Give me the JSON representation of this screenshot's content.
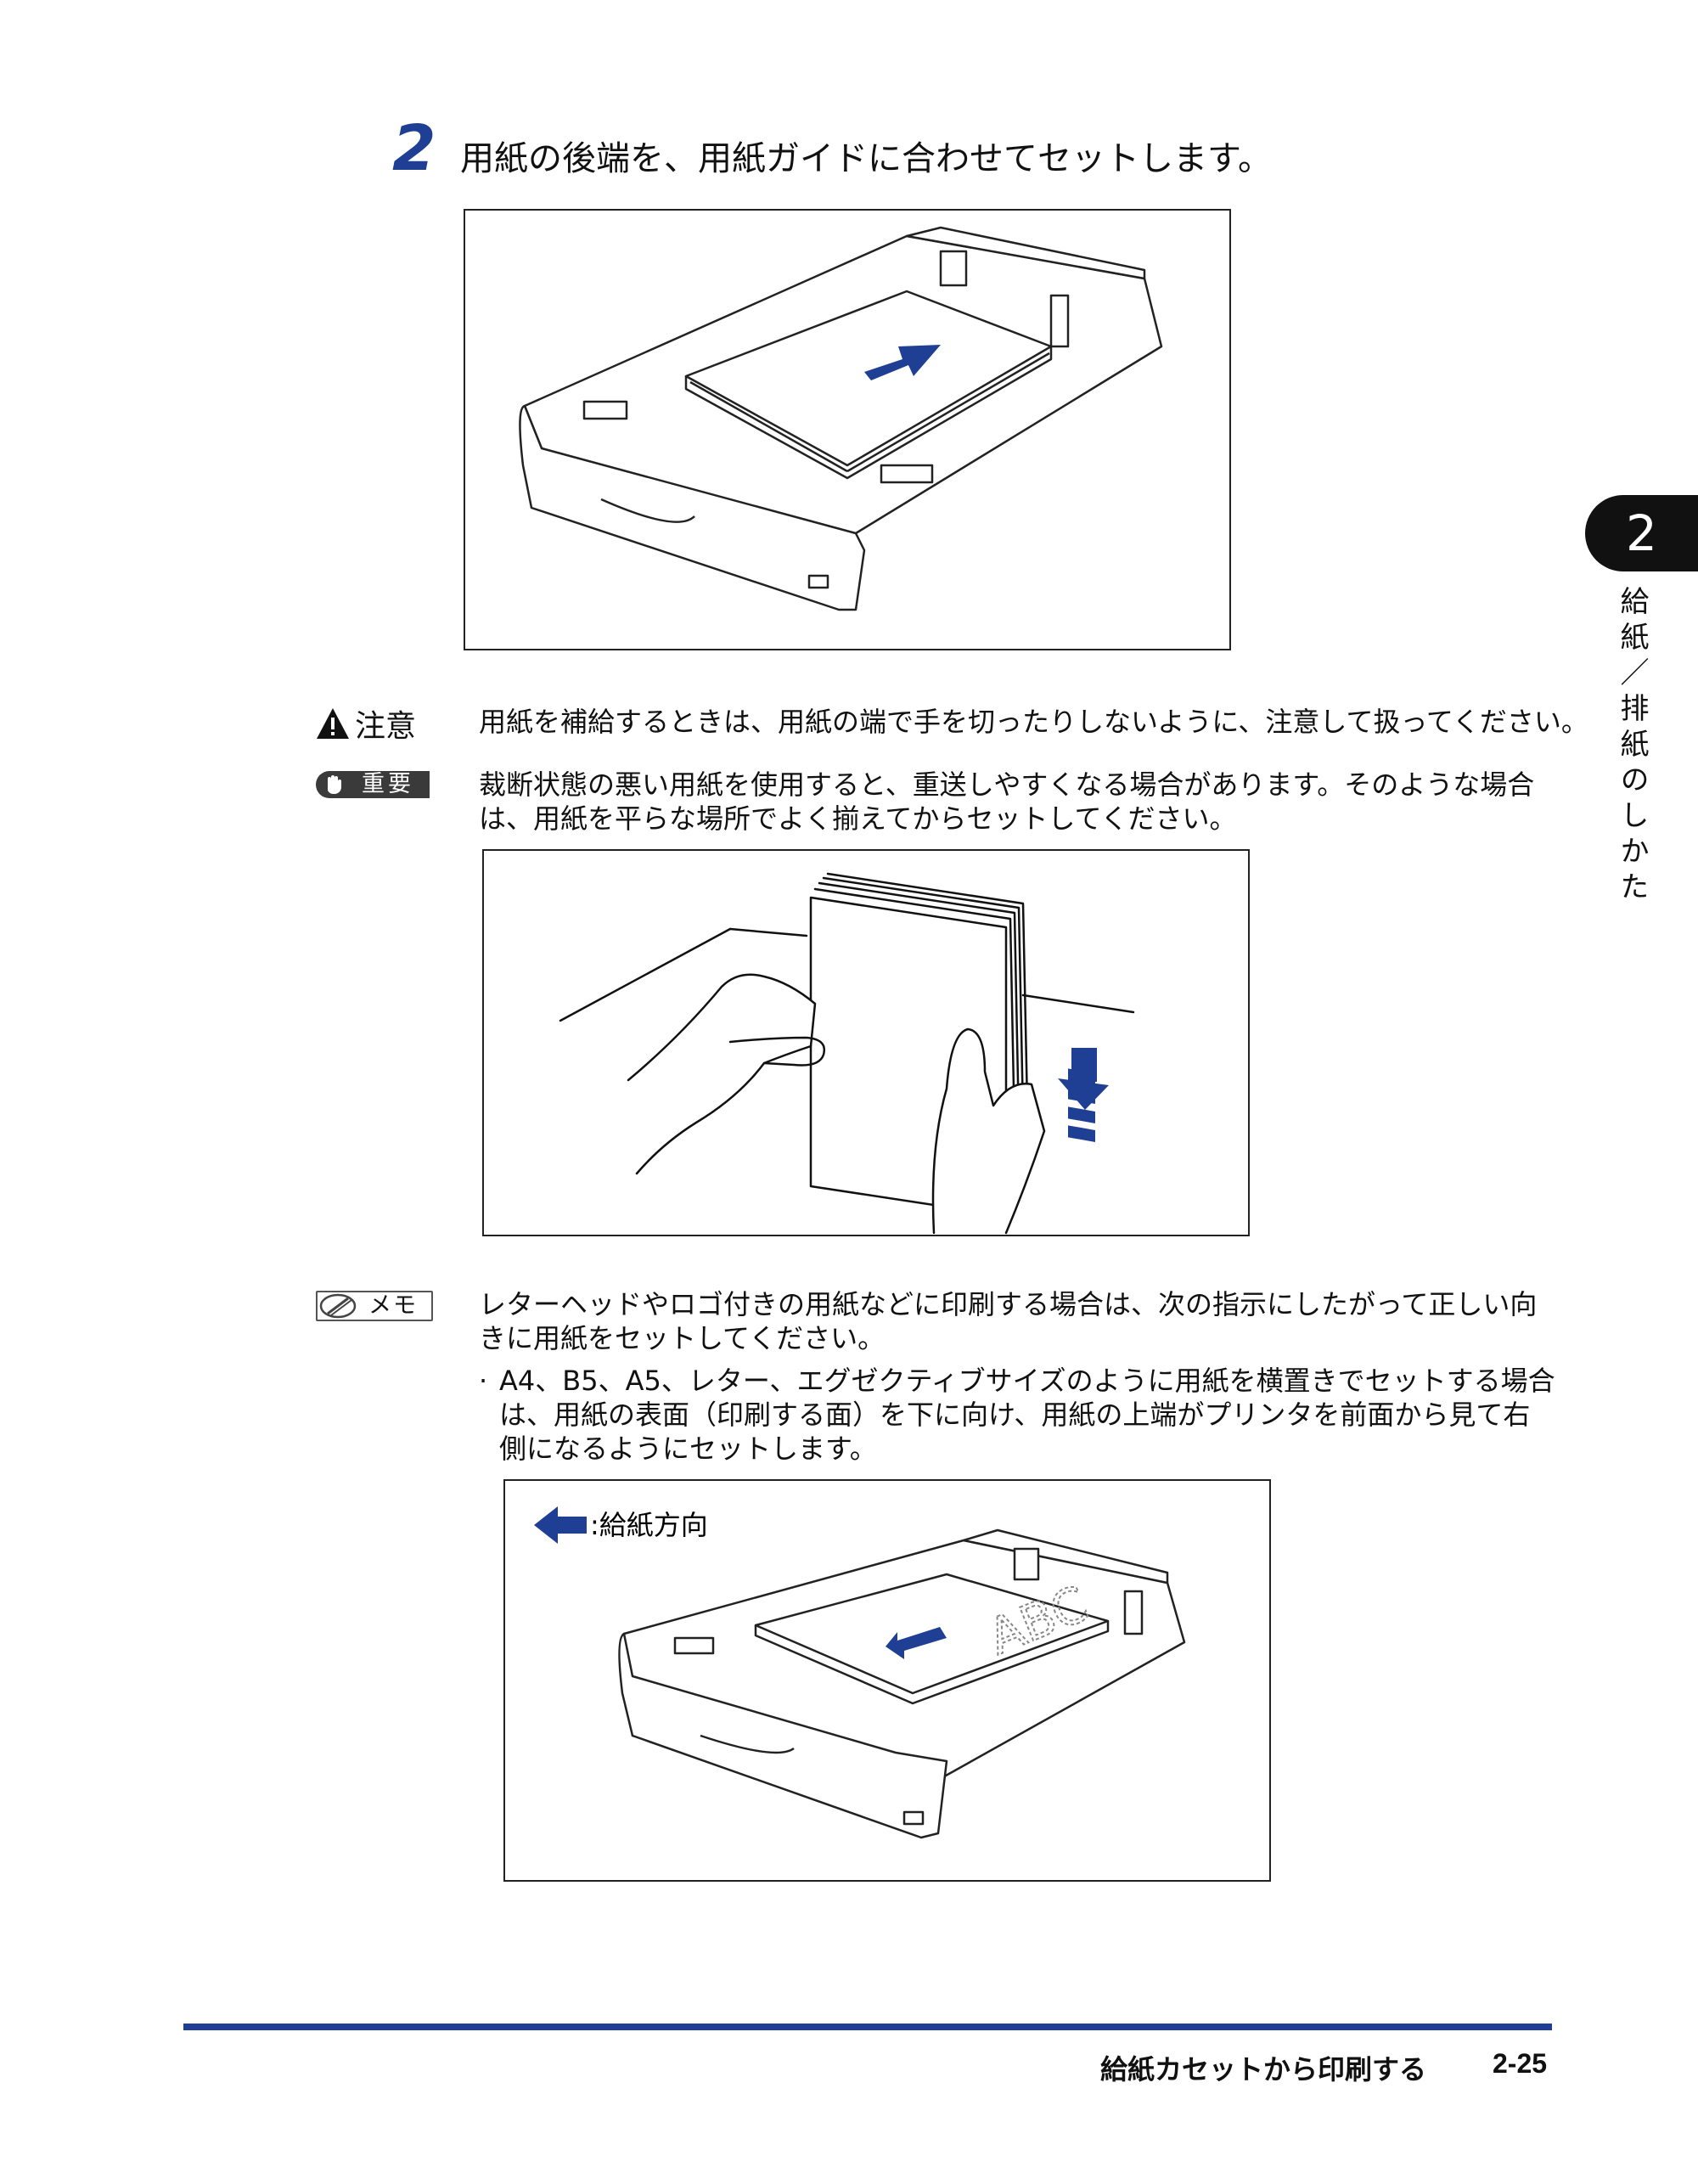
{
  "step": {
    "number": "2",
    "text": "用紙の後端を、用紙ガイドに合わせてセットします。"
  },
  "caution": {
    "label": "注意",
    "text": "用紙を補給するときは、用紙の端で手を切ったりしないように、注意して扱ってください。"
  },
  "important": {
    "label": "重要",
    "text": "裁断状態の悪い用紙を使用すると、重送しやすくなる場合があります。そのような場合は、用紙を平らな場所でよく揃えてからセットしてください。"
  },
  "memo": {
    "label": "メモ",
    "text": "レターヘッドやロゴ付きの用紙などに印刷する場合は、次の指示にしたがって正しい向きに用紙をセットしてください。",
    "bullet": "A4、B5、A5、レター、エグゼクティブサイズのように用紙を横置きでセットする場合は、用紙の表面（印刷する面）を下に向け、用紙の上端がプリンタを前面から見て右側になるようにセットします。"
  },
  "figure3": {
    "legend": ":給紙方向",
    "paper_mark": "ABC"
  },
  "chapter": {
    "number": "2",
    "title": "給紙／排紙のしかた"
  },
  "footer": {
    "section": "給紙カセットから印刷する",
    "page": "2-25"
  },
  "colors": {
    "accent_blue": "#1f3f95",
    "dark": "#111111"
  }
}
